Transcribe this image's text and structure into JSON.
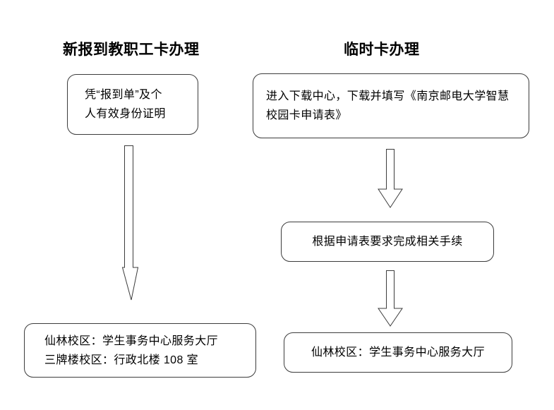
{
  "diagram": {
    "background_color": "#ffffff",
    "stroke_color": "#3c3c3c",
    "text_color": "#000000",
    "columns": [
      {
        "title": "新报到教职工卡办理",
        "steps": [
          {
            "lines": [
              "凭“报到单”及个",
              "人有效身份证明"
            ]
          },
          {
            "lines": [
              "仙林校区：学生事务中心服务大厅",
              "三牌楼校区：行政北楼 108 室"
            ]
          }
        ]
      },
      {
        "title": "临时卡办理",
        "steps": [
          {
            "lines": [
              "进入下载中心，下载并填写《南京邮电大学智慧",
              "校园卡申请表》"
            ]
          },
          {
            "lines": [
              "根据申请表要求完成相关手续"
            ]
          },
          {
            "lines": [
              "仙林校区：学生事务中心服务大厅"
            ]
          }
        ]
      }
    ],
    "connectors": [
      {
        "name": "arrow-left-step1-to-step2",
        "direction": "down"
      },
      {
        "name": "arrow-right-step1-to-step2",
        "direction": "down"
      },
      {
        "name": "arrow-right-step2-to-step3",
        "direction": "down"
      }
    ]
  }
}
